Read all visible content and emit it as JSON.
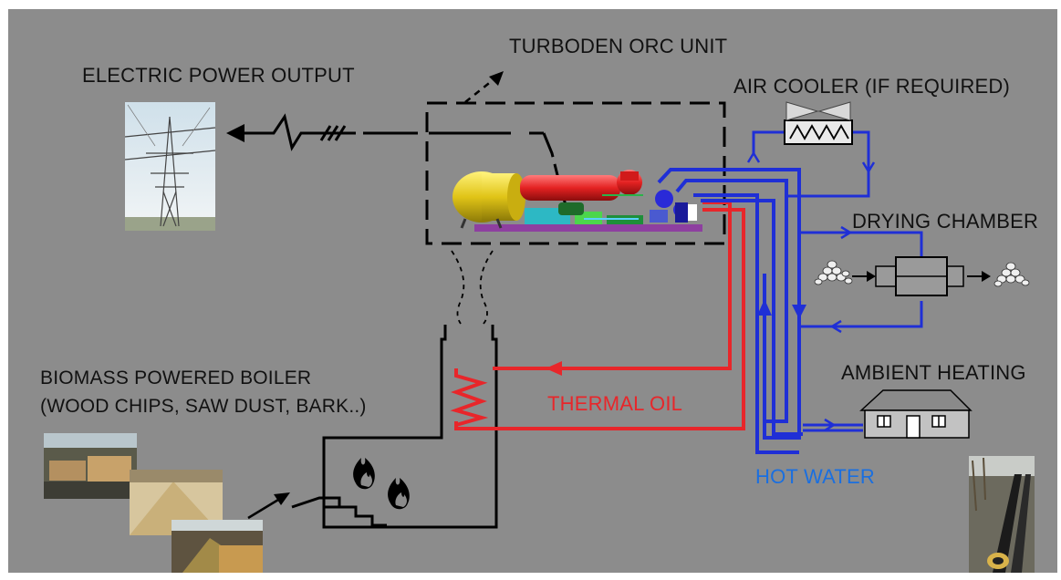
{
  "labels": {
    "orc_unit": "TURBODEN ORC UNIT",
    "electric_power": "ELECTRIC POWER OUTPUT",
    "air_cooler": "AIR COOLER (IF REQUIRED)",
    "drying_chamber": "DRYING CHAMBER",
    "ambient_heating": "AMBIENT HEATING",
    "boiler_line1": "BIOMASS POWERED BOILER",
    "boiler_line2": "(WOOD CHIPS, SAW DUST, BARK..)",
    "thermal_oil": "THERMAL OIL",
    "hot_water": "HOT WATER"
  },
  "colors": {
    "background": "#8c8c8c",
    "thermal_oil": "#e8262a",
    "hot_water": "#1f2fd6",
    "hot_water_label": "#1a6fe0",
    "line": "#000000"
  }
}
